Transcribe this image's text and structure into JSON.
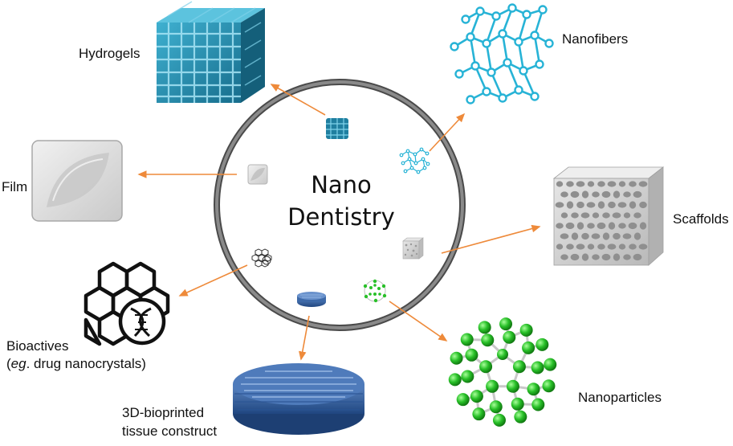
{
  "center": {
    "line1": "Nano",
    "line2": "Dentistry"
  },
  "labels": {
    "hydrogels": "Hydrogels",
    "nanofibers": "Nanofibers",
    "film": "Film",
    "scaffolds": "Scaffolds",
    "bioactives_line1": "Bioactives",
    "bioactives_eg": "eg",
    "bioactives_rest": ". drug nanocrystals)",
    "bioprinted_line1": "3D-bioprinted",
    "bioprinted_line2": "tissue construct",
    "nanoparticles": "Nanoparticles"
  },
  "colors": {
    "arrow": "#ee8a3a",
    "ring": "#6e6e6e",
    "hydrogel": "#2b8fb0",
    "nanofiber": "#27b3d6",
    "bioprint": "#2f5e9e",
    "nanoparticle": "#28c028",
    "film": "#d9d9d9",
    "scaffold": "#cfcfcf"
  }
}
